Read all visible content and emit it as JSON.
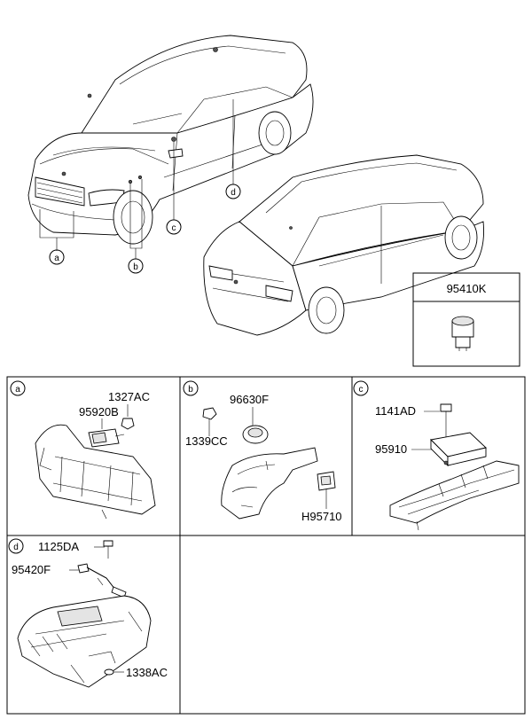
{
  "top": {
    "callouts": {
      "a": "a",
      "b": "b",
      "c": "c",
      "d": "d"
    },
    "inset_part": "95410K"
  },
  "panels": {
    "a": {
      "letter": "a",
      "parts": [
        "1327AC",
        "95920B"
      ]
    },
    "b": {
      "letter": "b",
      "parts": [
        "96630F",
        "1339CC",
        "H95710"
      ]
    },
    "c": {
      "letter": "c",
      "parts": [
        "1141AD",
        "95910"
      ]
    },
    "d": {
      "letter": "d",
      "parts": [
        "1125DA",
        "95420F",
        "1338AC"
      ]
    }
  }
}
